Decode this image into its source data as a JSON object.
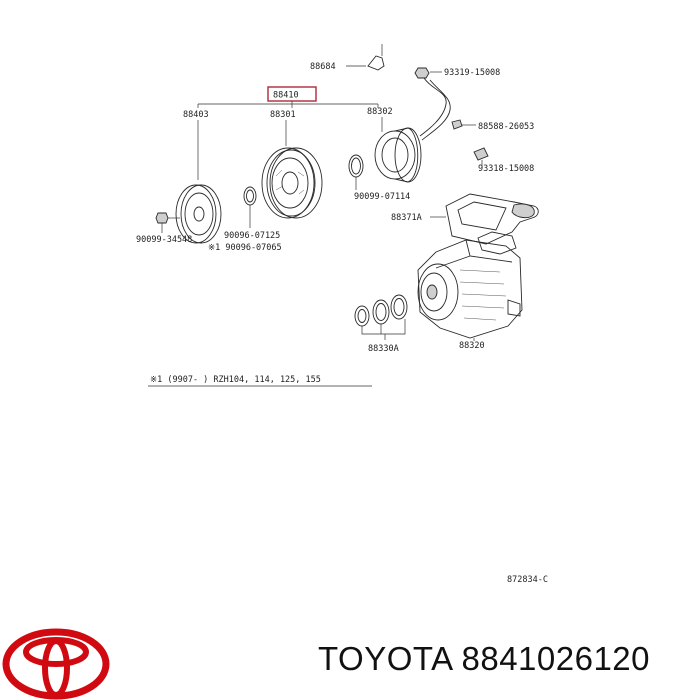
{
  "diagram": {
    "callouts": {
      "p88684": "88684",
      "p88410": "88410",
      "p88403": "88403",
      "p88301": "88301",
      "p88302": "88302",
      "p9331915008": "93319-15008",
      "p8858826053": "88588-26053",
      "p9331815008": "93318-15008",
      "p9009907114": "90099-07114",
      "p8837A": "88371A",
      "p9009934548": "90099-34548",
      "p9009907125": "90096-07125",
      "p9009907065": "※1 90096-07065",
      "p88330A": "88330A",
      "p88320": "88320"
    },
    "note": "※1 (9907-      )  RZH104, 114, 125, 155",
    "figure_number": "872834-C"
  },
  "footer": {
    "brand": "TOYOTA",
    "part_number": "8841026120",
    "logo_color": "#d10a11"
  }
}
